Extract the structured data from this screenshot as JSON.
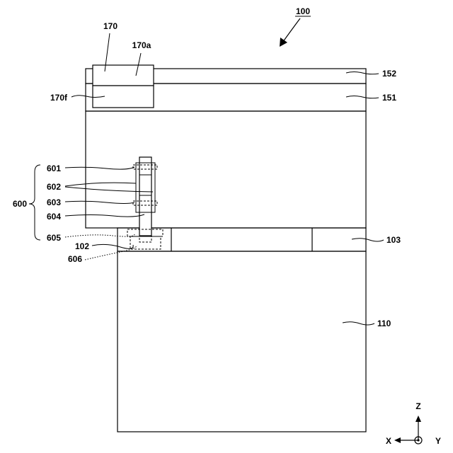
{
  "figure": {
    "ref_main": "100",
    "labels": {
      "l170": "170",
      "l170a": "170a",
      "l170f": "170f",
      "l152": "152",
      "l151": "151",
      "l600": "600",
      "l601": "601",
      "l602": "602",
      "l603": "603",
      "l604": "604",
      "l605": "605",
      "l102": "102",
      "l606": "606",
      "l103": "103",
      "l110": "110"
    },
    "axes": {
      "z": "Z",
      "x": "X",
      "y": "Y"
    }
  }
}
